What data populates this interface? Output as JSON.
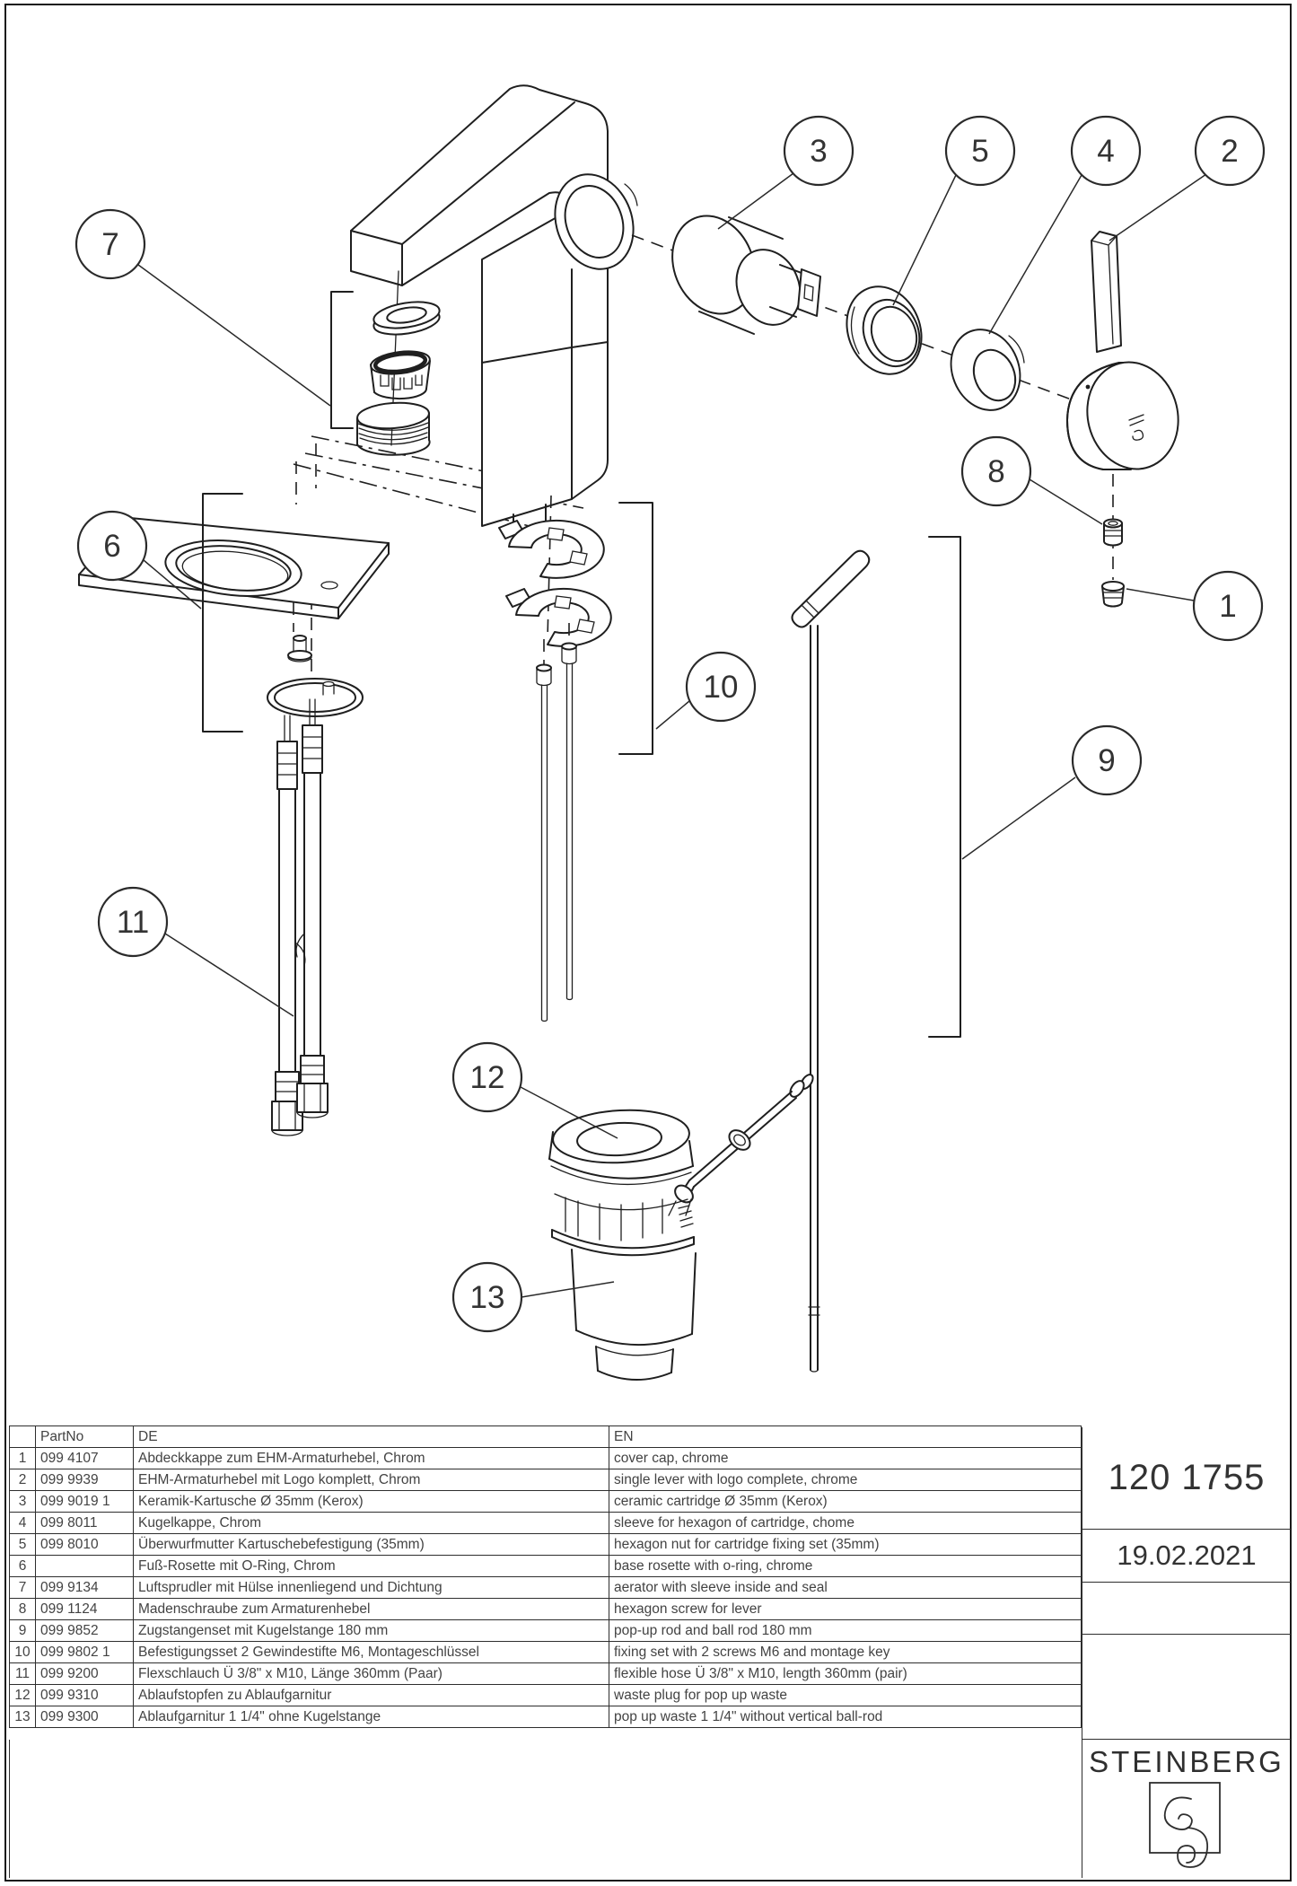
{
  "document": {
    "number": "120 1755",
    "date": "19.02.2021",
    "brand": "STEINBERG"
  },
  "table": {
    "headers": [
      "",
      "PartNo",
      "DE",
      "EN"
    ],
    "rows": [
      {
        "no": "1",
        "part_no": "099 4107",
        "de": "Abdeckkappe zum EHM-Armaturhebel, Chrom",
        "en": "cover cap, chrome"
      },
      {
        "no": "2",
        "part_no": "099 9939",
        "de": "EHM-Armaturhebel mit Logo komplett, Chrom",
        "en": "single lever with logo complete, chrome"
      },
      {
        "no": "3",
        "part_no": "099 9019 1",
        "de": "Keramik-Kartusche Ø 35mm (Kerox)",
        "en": "ceramic cartridge Ø 35mm (Kerox)"
      },
      {
        "no": "4",
        "part_no": "099 8011",
        "de": "Kugelkappe, Chrom",
        "en": "sleeve for hexagon of cartridge, chome"
      },
      {
        "no": "5",
        "part_no": "099 8010",
        "de": "Überwurfmutter Kartuschebefestigung (35mm)",
        "en": "hexagon nut for cartridge fixing set (35mm)"
      },
      {
        "no": "6",
        "part_no": "",
        "de": "Fuß-Rosette mit O-Ring, Chrom",
        "en": "base rosette with o-ring, chrome"
      },
      {
        "no": "7",
        "part_no": "099 9134",
        "de": "Luftsprudler mit Hülse innenliegend und Dichtung",
        "en": "aerator with sleeve inside and seal"
      },
      {
        "no": "8",
        "part_no": "099 1124",
        "de": "Madenschraube zum Armaturenhebel",
        "en": "hexagon screw for lever"
      },
      {
        "no": "9",
        "part_no": "099 9852",
        "de": "Zugstangenset mit Kugelstange 180 mm",
        "en": "pop-up rod and ball rod 180 mm"
      },
      {
        "no": "10",
        "part_no": "099 9802 1",
        "de": "Befestigungsset 2 Gewindestifte M6, Montageschlüssel",
        "en": "fixing set with 2 screws M6 and montage key"
      },
      {
        "no": "11",
        "part_no": "099 9200",
        "de": "Flexschlauch Ü 3/8\" x M10, Länge 360mm (Paar)",
        "en": "flexible hose Ü 3/8\" x M10, length 360mm (pair)"
      },
      {
        "no": "12",
        "part_no": "099 9310",
        "de": "Ablaufstopfen zu Ablaufgarnitur",
        "en": "waste plug for pop up waste"
      },
      {
        "no": "13",
        "part_no": "099 9300",
        "de": "Ablaufgarnitur 1 1/4\" ohne Kugelstange",
        "en": "pop up waste 1 1/4\" without vertical ball-rod"
      }
    ]
  },
  "callouts": [
    "7",
    "3",
    "5",
    "4",
    "2",
    "8",
    "1",
    "6",
    "10",
    "9",
    "11",
    "12",
    "13"
  ]
}
